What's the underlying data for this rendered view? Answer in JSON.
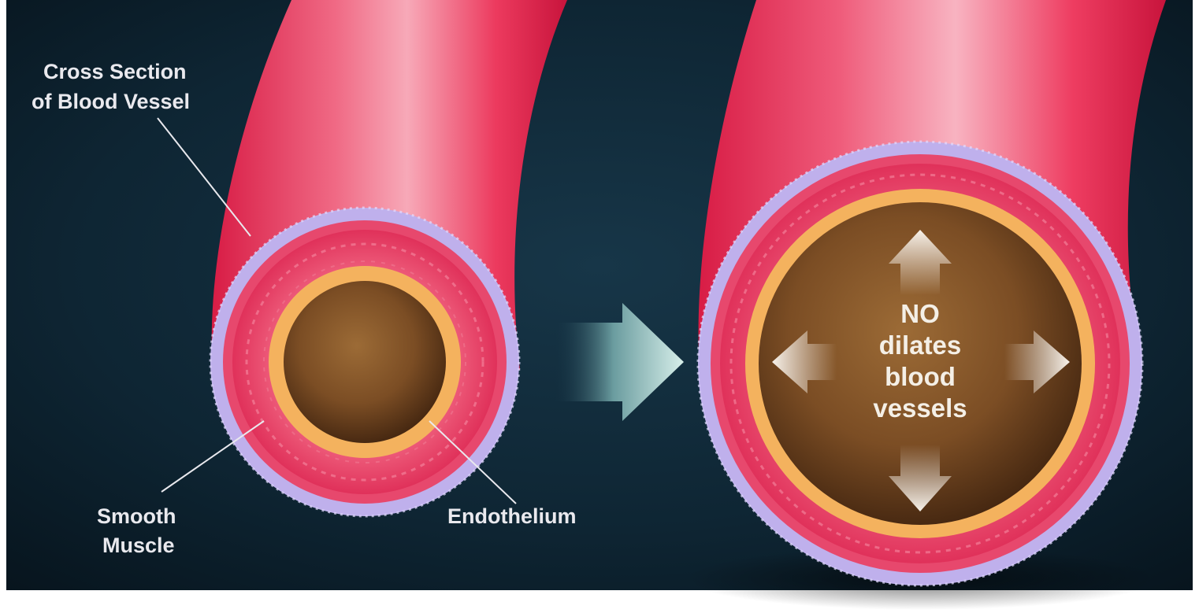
{
  "labels": {
    "cross_section_line1": "Cross Section",
    "cross_section_line2": "of Blood Vessel",
    "smooth_muscle_line1": "Smooth",
    "smooth_muscle_line2": "Muscle",
    "endothelium": "Endothelium"
  },
  "center_text": {
    "line1": "NO",
    "line2": "dilates",
    "line3": "blood",
    "line4": "vessels"
  },
  "colors": {
    "background": "#0d2230",
    "vessel_red": "#e8254f",
    "membrane_lilac": "#b9a6e8",
    "endothelium_orange": "#f4b25e",
    "lumen_brown": "#7a4e24",
    "arrow_teal": "#bfe0dc"
  }
}
